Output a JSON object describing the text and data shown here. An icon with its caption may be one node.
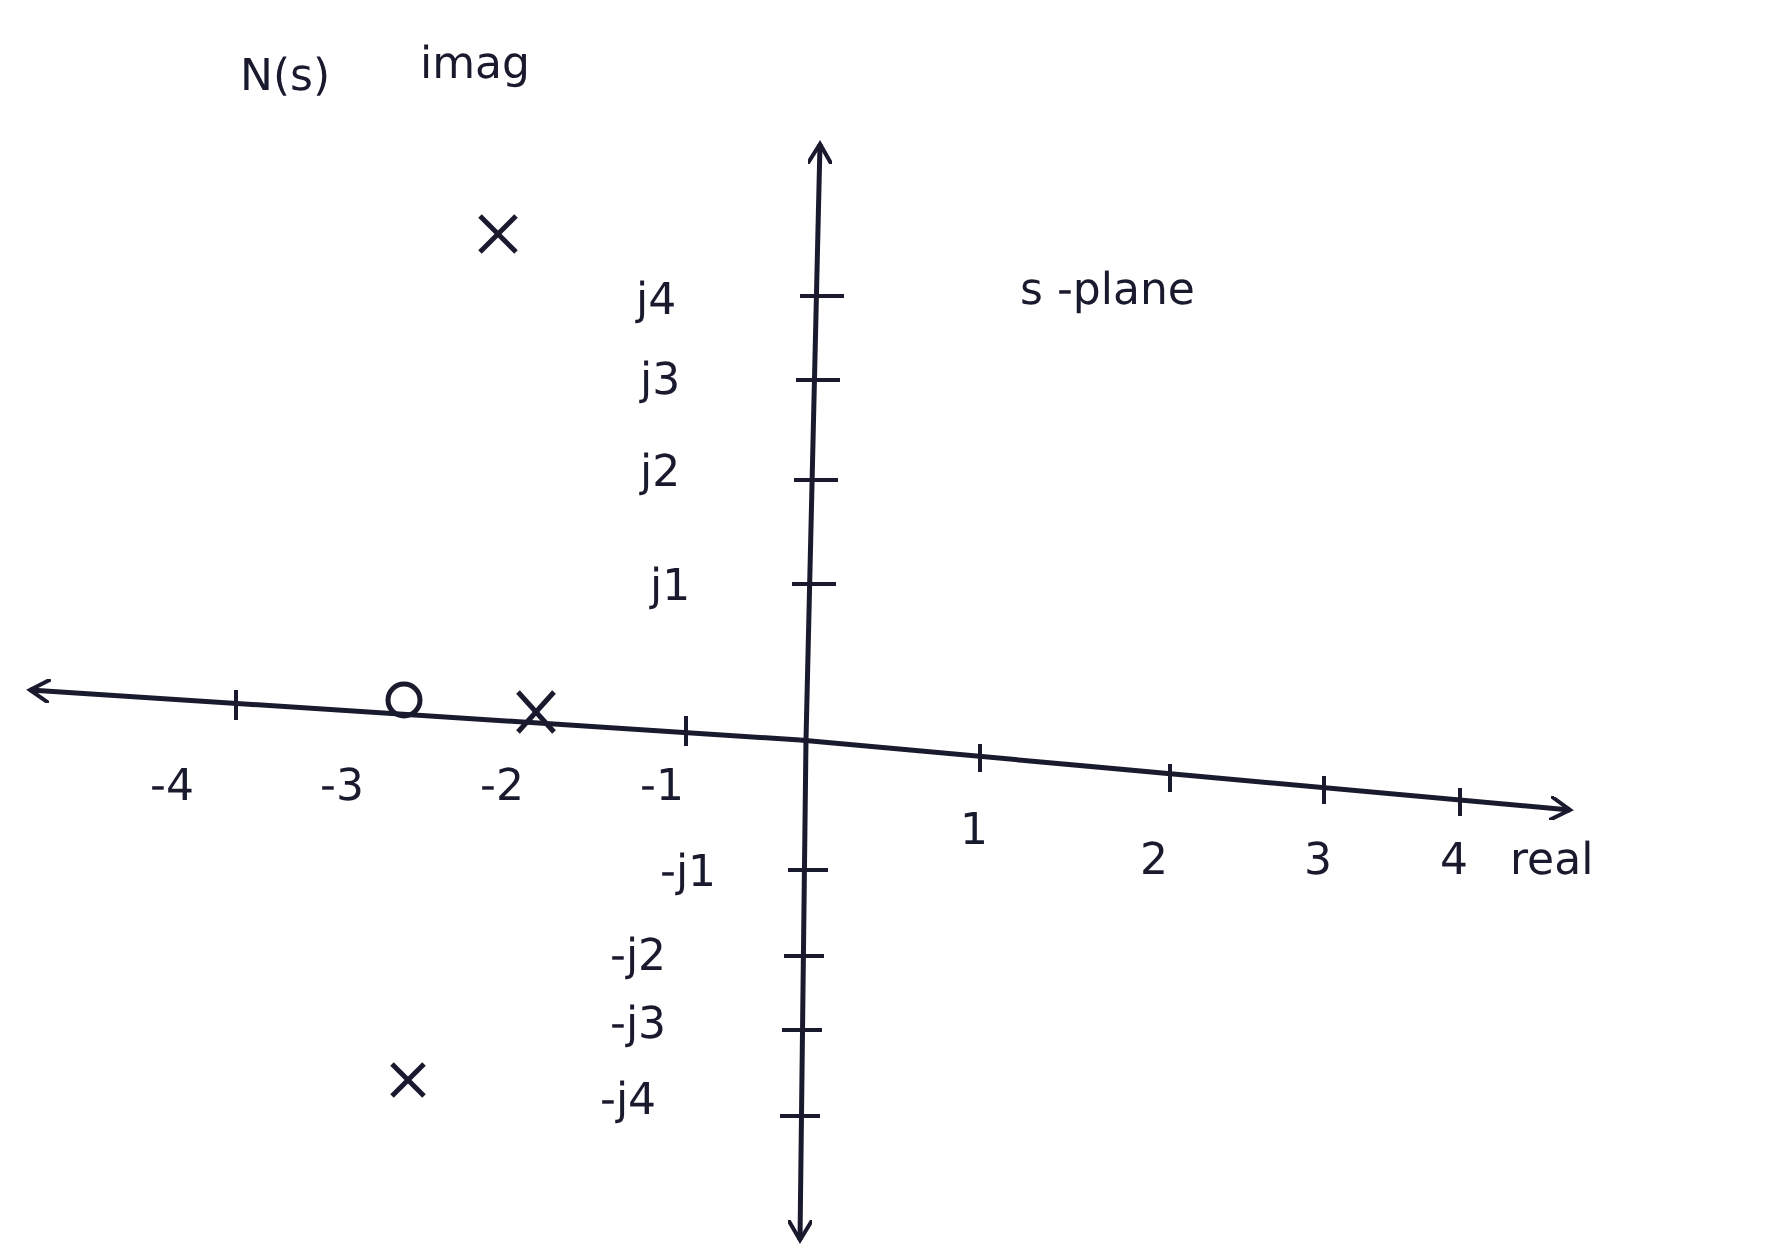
{
  "diagram": {
    "labels": [
      "N(s)",
      "imag",
      "j4",
      "s -plane",
      "j3",
      "j2",
      "j1",
      "-4",
      "-3",
      "-2",
      "-1",
      "-j1",
      "1",
      "2",
      "3",
      "4",
      "real",
      "-j2",
      "-j3",
      "-j4"
    ]
  }
}
